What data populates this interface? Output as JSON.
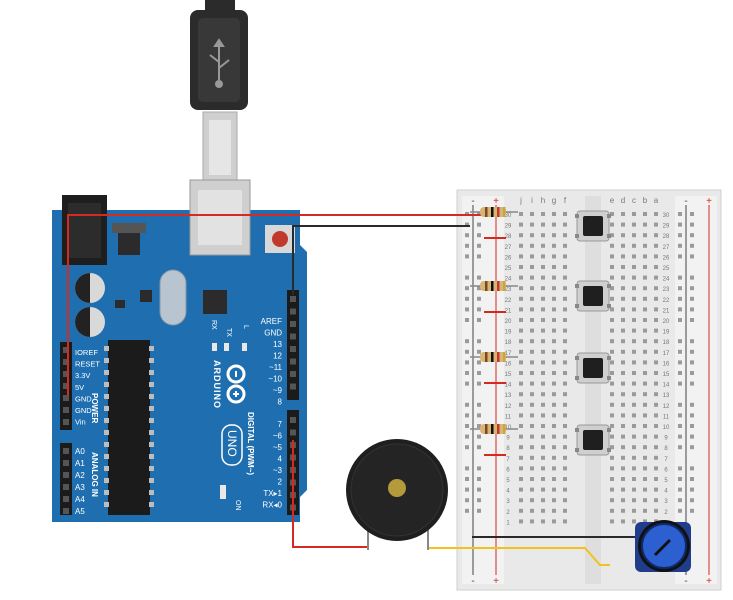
{
  "arduino": {
    "brand": "ARDUINO",
    "model": "UNO",
    "tx_label": "TX",
    "rx_label": "RX",
    "l_label": "L",
    "on_label": "ON",
    "power_title": "POWER",
    "analog_title": "ANALOG IN",
    "digital_title": "DIGITAL (PWM~)",
    "power_pins": [
      "IOREF",
      "RESET",
      "3.3V",
      "5V",
      "GND",
      "GND",
      "Vin"
    ],
    "analog_pins": [
      "A0",
      "A1",
      "A2",
      "A3",
      "A4",
      "A5"
    ],
    "digital_pins_top": [
      "AREF",
      "GND",
      "13",
      "12",
      "~11",
      "~10",
      "~9",
      "8"
    ],
    "digital_pins_bottom": [
      "7",
      "~6",
      "~5",
      "4",
      "~3",
      "2",
      "TX▸1",
      "RX◂0"
    ],
    "board_color": "#1f6fb0"
  },
  "breadboard": {
    "rail_plus": "+",
    "rail_minus": "-",
    "left_columns": [
      "j",
      "i",
      "h",
      "g",
      "f"
    ],
    "right_columns": [
      "e",
      "d",
      "c",
      "b",
      "a"
    ],
    "row_numbers": [
      "30",
      "29",
      "28",
      "27",
      "26",
      "25",
      "24",
      "23",
      "22",
      "21",
      "20",
      "19",
      "18",
      "17",
      "16",
      "15",
      "14",
      "13",
      "12",
      "11",
      "10",
      "9",
      "8",
      "7",
      "6",
      "5",
      "4",
      "3",
      "2",
      "1"
    ]
  },
  "components": {
    "resistors": 4,
    "buttons": 4,
    "buzzer": "piezo",
    "potentiometer": "rotary"
  },
  "wire_colors": {
    "red": "#d42a20",
    "black": "#2a2a2a",
    "yellow": "#f2c218"
  }
}
